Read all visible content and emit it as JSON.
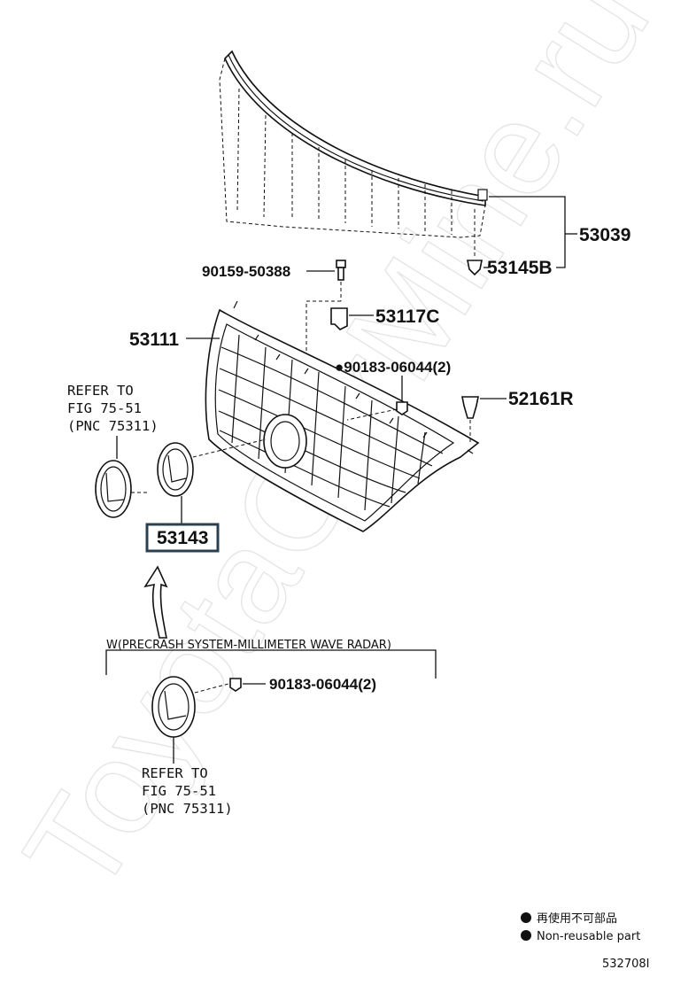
{
  "parts": {
    "p53039": "53039",
    "p53145B": "53145B",
    "p90159": "90159-50388",
    "p53117C": "53117C",
    "p53111": "53111",
    "p90183_top": "●90183-06044(2)",
    "p52161R": "52161R",
    "p53143": "53143",
    "p90183_bottom": "90183-06044(2)"
  },
  "refs": {
    "left": [
      "REFER TO",
      "FIG 75-51",
      "(PNC 75311)"
    ],
    "bottom": [
      "REFER TO",
      "FIG 75-51",
      "(PNC 75311)"
    ]
  },
  "condition": "W(PRECRASH SYSTEM-MILLIMETER WAVE RADAR)",
  "legend": {
    "jp": "再使用不可部品",
    "en": "Non-reusable part"
  },
  "figure_id": "532708I",
  "watermark": "ToyotaCarMine.ru"
}
